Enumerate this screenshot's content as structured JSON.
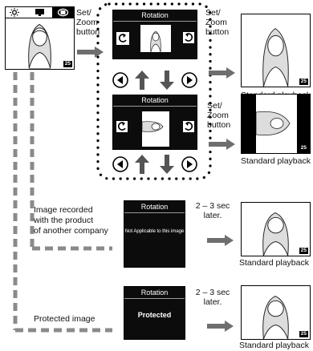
{
  "labels": {
    "set_zoom_1": [
      "Set/",
      "Zoom",
      "button"
    ],
    "set_zoom_2": [
      "Set/",
      "Zoom",
      "button"
    ],
    "set_zoom_3": [
      "Set/",
      "Zoom",
      "button"
    ],
    "standard_playback": "Standard playback",
    "image_other_company": [
      "Image recorded",
      "with the product",
      "of another company"
    ],
    "protected_image": "Protected image",
    "later_1": [
      "2 – 3 sec",
      "later."
    ],
    "later_2": [
      "2 – 3 sec",
      "later."
    ]
  },
  "screens": {
    "rotation_title": "Rotation",
    "not_applicable": "Not Applicable to this image",
    "protected": "Protected"
  },
  "frame_number": "25",
  "icons": {
    "top_bar": [
      "sun-icon",
      "monitor-icon",
      "rotate-icon"
    ],
    "nav_buttons": [
      "left-button-icon",
      "up-arrow-icon",
      "down-arrow-icon",
      "right-button-icon"
    ]
  }
}
